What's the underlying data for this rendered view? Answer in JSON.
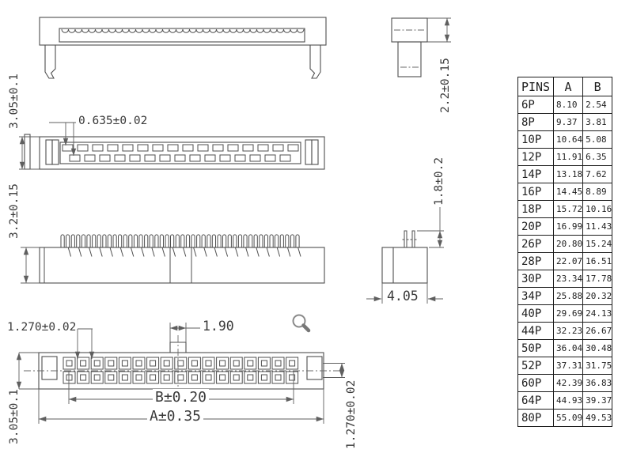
{
  "dimensions": {
    "front_height": "3.05±0.1",
    "contact_stagger": "0.635±0.02",
    "insulator_height": "3.2±0.15",
    "cap_side_height": "2.2±0.15",
    "contact_protrusion": "1.8±0.2",
    "side_width": "4.05",
    "key_width": "1.90",
    "pin_pitch": "1.270±0.02",
    "row_pitch": "1.270±0.02",
    "base_height": "3.05±0.1",
    "dim_b": "B±0.20",
    "dim_a": "A±0.35"
  },
  "table": {
    "headers": [
      "PINS",
      "A",
      "B"
    ],
    "rows": [
      [
        "6P",
        "8.10",
        "2.54"
      ],
      [
        "8P",
        "9.37",
        "3.81"
      ],
      [
        "10P",
        "10.64",
        "5.08"
      ],
      [
        "12P",
        "11.91",
        "6.35"
      ],
      [
        "14P",
        "13.18",
        "7.62"
      ],
      [
        "16P",
        "14.45",
        "8.89"
      ],
      [
        "18P",
        "15.72",
        "10.16"
      ],
      [
        "20P",
        "16.99",
        "11.43"
      ],
      [
        "26P",
        "20.80",
        "15.24"
      ],
      [
        "28P",
        "22.07",
        "16.51"
      ],
      [
        "30P",
        "23.34",
        "17.78"
      ],
      [
        "34P",
        "25.88",
        "20.32"
      ],
      [
        "40P",
        "29.69",
        "24.13"
      ],
      [
        "44P",
        "32.23",
        "26.67"
      ],
      [
        "50P",
        "36.04",
        "30.48"
      ],
      [
        "52P",
        "37.31",
        "31.75"
      ],
      [
        "60P",
        "42.39",
        "36.83"
      ],
      [
        "64P",
        "44.93",
        "39.37"
      ],
      [
        "80P",
        "55.09",
        "49.53"
      ]
    ]
  },
  "icons": {
    "magnifier": "magnifier-zoom-icon"
  },
  "colors": {
    "line": "#4f4f4f",
    "dim_line": "#5f5f5f",
    "centerline": "#6a6a6a",
    "table_border": "#1c1c1c",
    "text": "#3a3a3a",
    "background": "#ffffff"
  }
}
